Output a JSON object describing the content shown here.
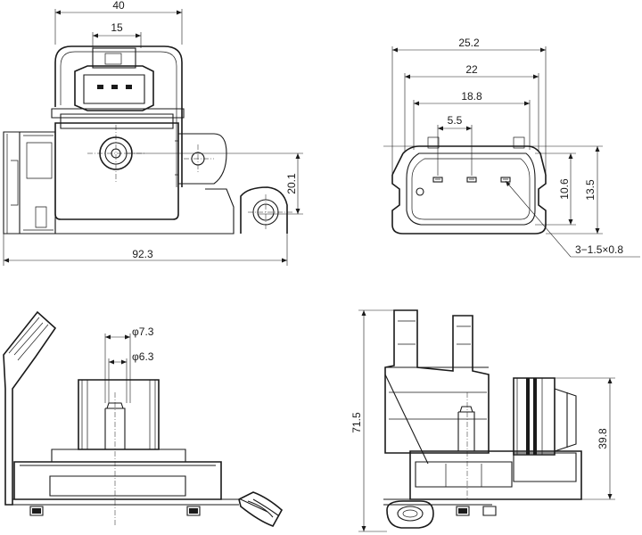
{
  "drawing": {
    "views": [
      "top-view",
      "front-view",
      "side-view",
      "end-view"
    ],
    "dimensions": {
      "top_width_40": "40",
      "connector_15": "15",
      "height_20_1": "20.1",
      "length_92_3": "92.3",
      "conn_25_2": "25.2",
      "conn_22": "22",
      "conn_18_8": "18.8",
      "pin_pitch_5_5": "5.5",
      "conn_height_10_6": "10.6",
      "conn_height_13_5": "13.5",
      "pins_callout": "3−1.5×0.8",
      "port_dia_7_3": "φ7.3",
      "port_dia_6_3": "φ6.3",
      "total_height_71_5": "71.5",
      "body_height_39_8": "39.8"
    },
    "pin_count": 3
  }
}
